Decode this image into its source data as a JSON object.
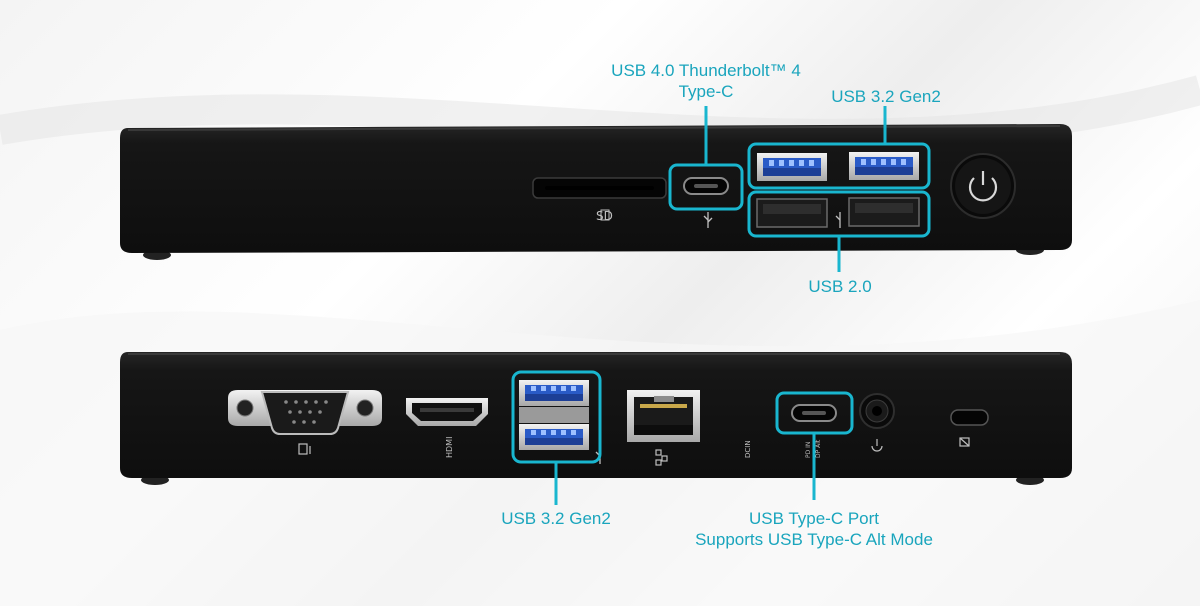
{
  "accent_color": "#19b6cf",
  "device_color": "#141414",
  "front_panel": {
    "card_slot_label": "SD",
    "callouts": {
      "thunderbolt_line1": "USB 4.0 Thunderbolt™ 4",
      "thunderbolt_line2": "Type-C",
      "usb32_gen2": "USB 3.2 Gen2",
      "usb20": "USB 2.0"
    },
    "icons": [
      "sd-card-icon",
      "usb-icon",
      "power-button-icon"
    ]
  },
  "rear_panel": {
    "hdmi_label": "HDMI",
    "dcin_label": "DCIN",
    "typec_label_line1": "PD IN",
    "typec_label_line2": "DP Alt",
    "callouts": {
      "usb32_gen2": "USB 3.2 Gen2",
      "typec_line1": "USB Type-C Port",
      "typec_line2": "Supports USB Type-C Alt Mode"
    },
    "icons": [
      "vga-icon",
      "usb-icon",
      "ethernet-icon",
      "audio-jack-icon",
      "kensington-lock-icon"
    ]
  }
}
